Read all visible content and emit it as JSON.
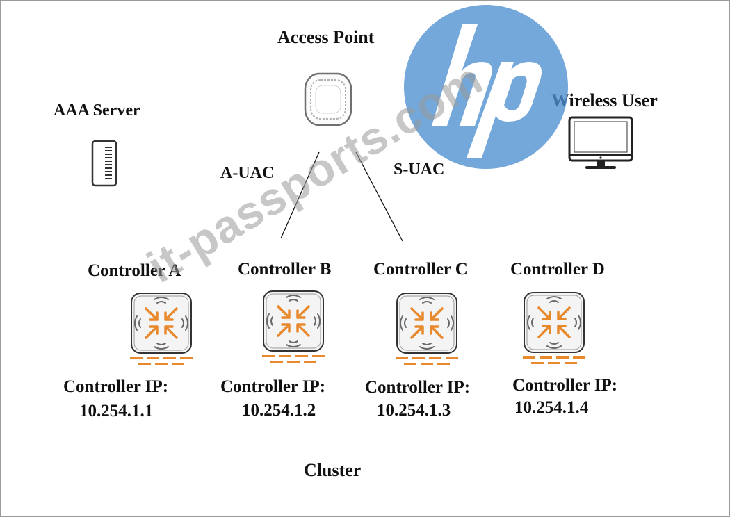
{
  "diagram": {
    "access_point_label": "Access Point",
    "aaa_server_label": "AAA Server",
    "wireless_user_label": "Wireless User",
    "a_uac_label": "A-UAC",
    "s_uac_label": "S-UAC",
    "cluster_label": "Cluster",
    "controllers": [
      {
        "name": "Controller A",
        "ip_label": "Controller IP:",
        "ip": "10.254.1.1"
      },
      {
        "name": "Controller B",
        "ip_label": "Controller IP:",
        "ip": "10.254.1.2"
      },
      {
        "name": "Controller C",
        "ip_label": "Controller IP:",
        "ip": "10.254.1.3"
      },
      {
        "name": "Controller D",
        "ip_label": "Controller IP:",
        "ip": "10.254.1.4"
      }
    ]
  },
  "watermark": {
    "logo_text": "hp",
    "site_text": "it-passports.com",
    "logo_color": "#4d8fcf"
  },
  "colors": {
    "controller_arrow": "#e8892e",
    "text": "#111111"
  }
}
